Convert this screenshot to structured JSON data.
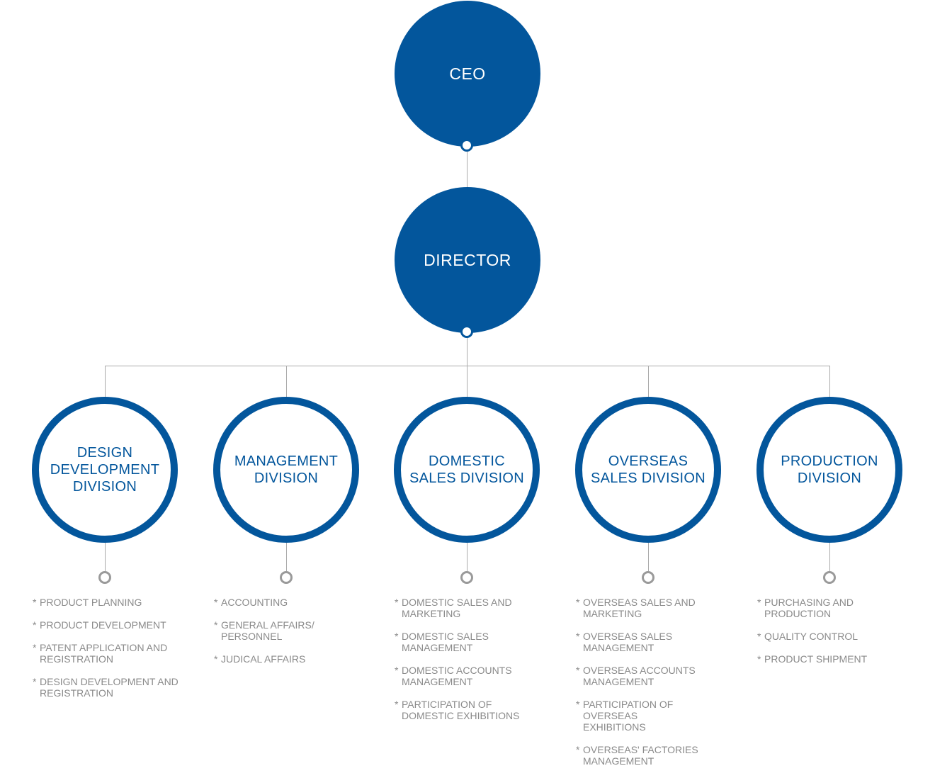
{
  "colors": {
    "primary": "#03569c",
    "connector": "#aaaaaa",
    "muted_text": "#8a8a8a",
    "background": "#ffffff"
  },
  "nodes": {
    "ceo": {
      "label": "CEO"
    },
    "director": {
      "label": "DIRECTOR"
    }
  },
  "divisions": [
    {
      "id": "design",
      "label": "DESIGN\nDEVELOPMENT\nDIVISION",
      "duties": [
        "PRODUCT PLANNING",
        "PRODUCT DEVELOPMENT",
        "PATENT APPLICATION AND\nREGISTRATION",
        "DESIGN DEVELOPMENT AND\nREGISTRATION"
      ]
    },
    {
      "id": "management",
      "label": "MANAGEMENT\nDIVISION",
      "duties": [
        "ACCOUNTING",
        "GENERAL AFFAIRS/\nPERSONNEL",
        "JUDICAL AFFAIRS"
      ]
    },
    {
      "id": "domestic-sales",
      "label": "DOMESTIC\nSALES DIVISION",
      "duties": [
        "DOMESTIC SALES AND\nMARKETING",
        "DOMESTIC SALES\nMANAGEMENT",
        "DOMESTIC ACCOUNTS\nMANAGEMENT",
        "PARTICIPATION OF\nDOMESTIC EXHIBITIONS"
      ]
    },
    {
      "id": "overseas-sales",
      "label": "OVERSEAS\nSALES DIVISION",
      "duties": [
        "OVERSEAS SALES AND\nMARKETING",
        "OVERSEAS SALES\nMANAGEMENT",
        "OVERSEAS ACCOUNTS\nMANAGEMENT",
        "PARTICIPATION OF OVERSEAS\nEXHIBITIONS",
        "OVERSEAS' FACTORIES\nMANAGEMENT"
      ]
    },
    {
      "id": "production",
      "label": "PRODUCTION\nDIVISION",
      "duties": [
        "PURCHASING AND\nPRODUCTION",
        "QUALITY CONTROL",
        "PRODUCT SHIPMENT"
      ]
    }
  ]
}
